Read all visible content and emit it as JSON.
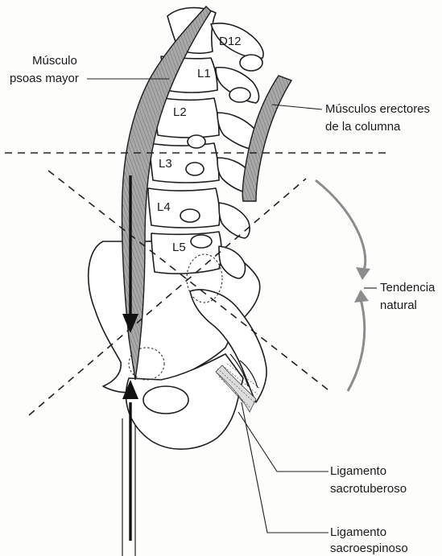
{
  "labels": {
    "psoas_line1": "Músculo",
    "psoas_line2": "psoas mayor",
    "erector_line1": "Músculos erectores",
    "erector_line2": "de la columna",
    "tendency_line1": "Tendencia",
    "tendency_line2": "natural",
    "sacrotuberoso_line1": "Ligamento",
    "sacrotuberoso_line2": "sacrotuberoso",
    "sacroespinoso_line1": "Ligamento",
    "sacroespinoso_line2": "sacroespinoso"
  },
  "vertebrae": [
    "D12",
    "L1",
    "L2",
    "L3",
    "L4",
    "L5"
  ],
  "colors": {
    "muscle_fill": "#9a9a9a",
    "tendency_arrow": "#8c8c8c",
    "line": "#1e1e1e"
  }
}
